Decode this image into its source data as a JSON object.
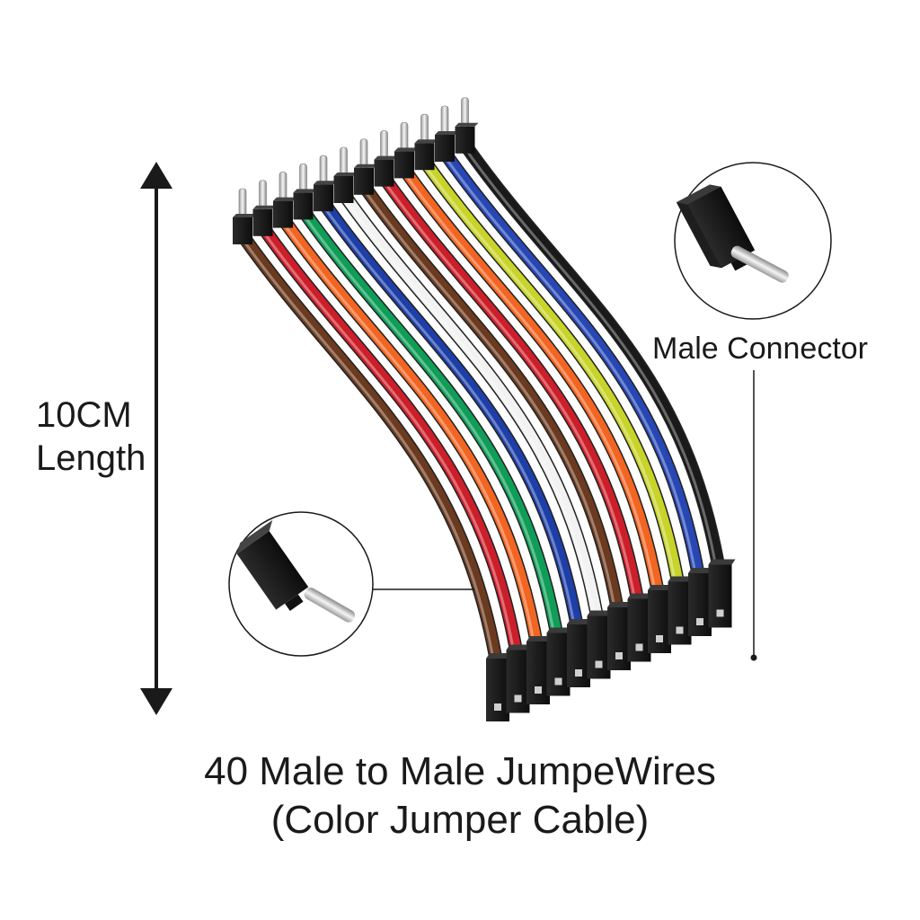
{
  "labels": {
    "length_line1": "10CM",
    "length_line2": "Length",
    "male_connector": "Male Connector",
    "title_line1": "40 Male to Male JumpeWires",
    "title_line2": "(Color Jumper Cable)"
  },
  "wire_colors": [
    "#6b3a1f",
    "#cc1f2a",
    "#f26522",
    "#0f9d58",
    "#1e3fa8",
    "#f2f2f2",
    "#6b3a1f",
    "#cc1f2a",
    "#f26522",
    "#c8d42a",
    "#2747b5",
    "#1a1a1a"
  ],
  "connector_color": "#1a1a1a",
  "pin_color": "#d9d9d9"
}
